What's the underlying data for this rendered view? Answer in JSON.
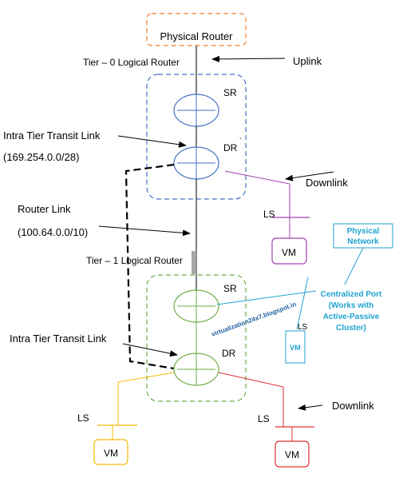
{
  "physical_router": "Physical Router",
  "tier0": {
    "label": "Tier – 0 Logical Router",
    "sr": "SR",
    "dr": "DR",
    "dr_mark": "`"
  },
  "uplink": "Uplink",
  "intra_tier_top": {
    "title": "Intra Tier Transit Link",
    "subnet": "(169.254.0.0/28)"
  },
  "downlink_top": "Downlink",
  "router_link": {
    "title": "Router Link",
    "subnet": "(100.64.0.0/10)"
  },
  "tier1": {
    "label": "Tier – 1 Logical Router",
    "sr": "SR",
    "dr": "DR"
  },
  "intra_tier_bottom": "Intra Tier Transit Link",
  "downlink_bottom": "Downlink",
  "physical_network": {
    "line1": "Physical",
    "line2": "Network"
  },
  "centralized_port": {
    "line1": "Centralized Port",
    "line2": "(Works with",
    "line3": "Active-Passive",
    "line4": "Cluster)"
  },
  "watermark": "virtualization24x7.blogspot.in",
  "ls_labels": {
    "purple": "LS",
    "cyan": "LS",
    "yellow": "LS",
    "red": "LS"
  },
  "vm_labels": {
    "purple": "VM",
    "cyan": "VM",
    "yellow": "VM",
    "red": "VM"
  },
  "colors": {
    "orange": "#ED7D31",
    "blue": "#4472C4",
    "green": "#70AD47",
    "purple": "#A040B0",
    "cyan": "#1FA3D0",
    "yellow": "#F5B800",
    "red": "#E03030",
    "gray": "#A6A6A6"
  }
}
